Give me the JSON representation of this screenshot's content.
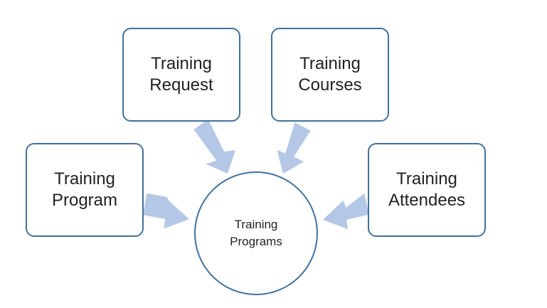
{
  "diagram": {
    "center": {
      "label": "Training\nPrograms"
    },
    "nodes": [
      {
        "id": "request",
        "label": "Training\nRequest"
      },
      {
        "id": "courses",
        "label": "Training\nCourses"
      },
      {
        "id": "program",
        "label": "Training\nProgram"
      },
      {
        "id": "attendees",
        "label": "Training\nAttendees"
      }
    ],
    "colors": {
      "border": "#41719c",
      "arrow": "#b4c7e7",
      "text": "#222222",
      "background": "#ffffff"
    }
  }
}
